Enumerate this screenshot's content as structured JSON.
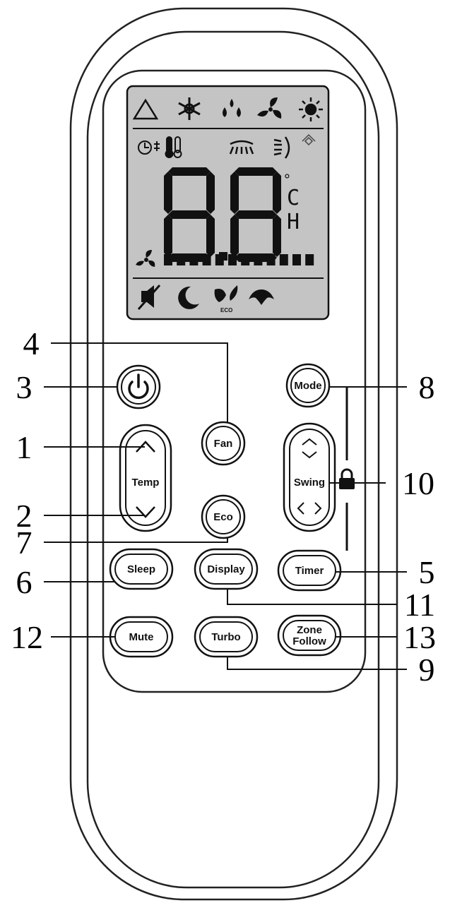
{
  "display": {
    "digits": "8.8",
    "degree_symbol": "°",
    "unit_c": "C",
    "unit_h": "H",
    "eco_caption": "ECO",
    "fan_level_segments": 12,
    "icons": [
      "auto-mode-icon",
      "cool-mode-icon",
      "dry-mode-icon",
      "fan-mode-icon",
      "heat-mode-icon",
      "timer-icon",
      "temperature-icon",
      "vertical-swing-icon",
      "horizontal-swing-icon",
      "signal-icon",
      "fan-speed-icon",
      "mute-icon",
      "sleep-icon",
      "eco-icon",
      "turbo-icon"
    ]
  },
  "buttons": {
    "fan": "Fan",
    "mode": "Mode",
    "temp": "Temp",
    "swing": "Swing",
    "eco": "Eco",
    "sleep": "Sleep",
    "display": "Display",
    "timer": "Timer",
    "mute": "Mute",
    "turbo": "Turbo",
    "zone_follow_line1": "Zone",
    "zone_follow_line2": "Follow"
  },
  "callouts": {
    "n1": "1",
    "n2": "2",
    "n3": "3",
    "n4": "4",
    "n5": "5",
    "n6": "6",
    "n7": "7",
    "n8": "8",
    "n9": "9",
    "n10": "10",
    "n11": "11",
    "n12": "12",
    "n13": "13"
  }
}
